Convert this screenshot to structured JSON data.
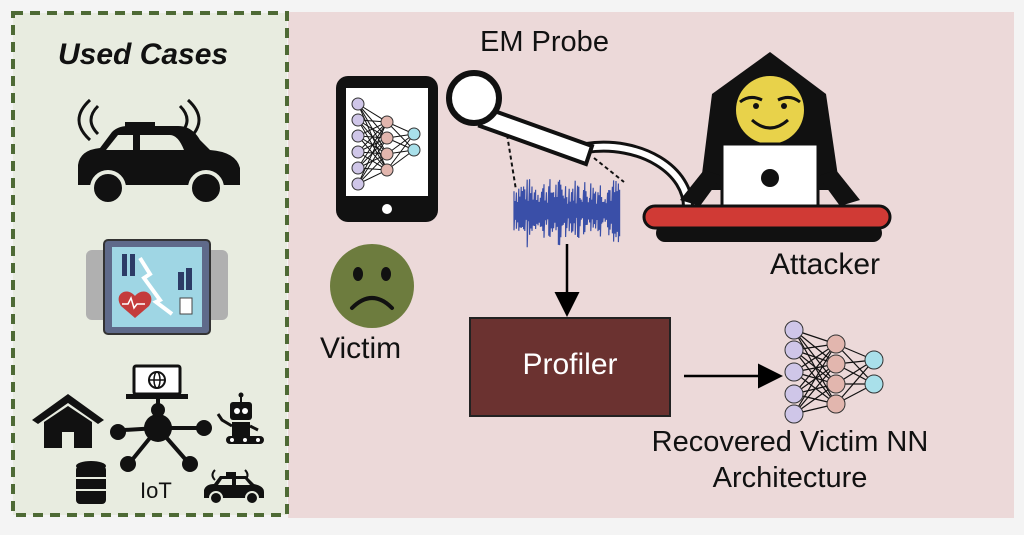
{
  "used_cases": {
    "title": "Used Cases",
    "iot_label": "IoT",
    "icons": [
      "autonomous-car-icon",
      "smartwatch-ecg-icon",
      "house-icon",
      "laptop-globe-icon",
      "robot-icon",
      "database-icon",
      "car-small-icon",
      "iot-hub-icon"
    ]
  },
  "scene": {
    "em_probe_label": "EM Probe",
    "attacker_label": "Attacker",
    "victim_label": "Victim",
    "profiler_label": "Profiler",
    "recovered_label_line1": "Recovered Victim NN",
    "recovered_label_line2": "Architecture"
  },
  "colors": {
    "left_panel_bg": "#e8ece0",
    "left_panel_border": "#4e6a35",
    "right_panel_bg": "#ecd9d9",
    "profiler_fill": "#6b3230",
    "victim_face": "#6d7c3e",
    "attacker_face": "#e8d24a",
    "desk_red": "#d03a35",
    "em_signal": "#3a4fa8",
    "nn_purple": "#cfc6e8",
    "nn_pink": "#e2b6ae",
    "nn_cyan": "#a9e0ea"
  }
}
